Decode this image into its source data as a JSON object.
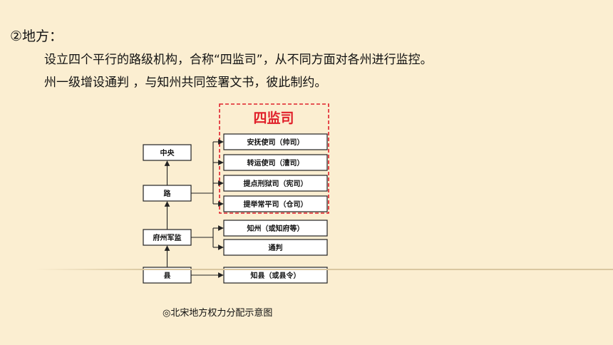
{
  "heading": "②地方：",
  "paragraphs": [
    "设立四个平行的路级机构，合称“四监司”，从不同方面对各州进行监控。",
    "州一级增设通判 ，与知州共同签署文书，彼此制约。"
  ],
  "diagram": {
    "group_label": "四监司",
    "group_color": "#e0202a",
    "left_nodes": [
      "中央",
      "路",
      "府州军监",
      "县"
    ],
    "jiansi": [
      "安抚使司（帅司）",
      "转运使司（漕司）",
      "提点刑狱司（宪司）",
      "提举常平司（仓司）"
    ],
    "zhou_officials": [
      "知州（或知府等）",
      "通判"
    ],
    "county_official": "知县（或县令）"
  },
  "caption": "◎北宋地方权力分配示意图"
}
